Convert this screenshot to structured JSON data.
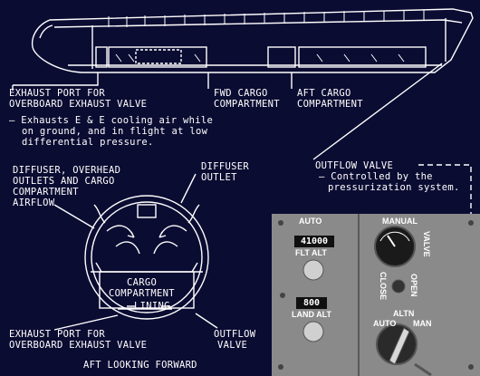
{
  "callouts": {
    "exhaust_port_top": [
      "EXHAUST PORT FOR",
      "OVERBOARD EXHAUST VALVE"
    ],
    "exhaust_port_note": [
      "– Exhausts E & E cooling air while",
      "on ground, and in flight at low",
      "differential pressure."
    ],
    "fwd_cargo": [
      "FWD CARGO",
      "COMPARTMENT"
    ],
    "aft_cargo": [
      "AFT CARGO",
      "COMPARTMENT"
    ],
    "outflow_valve_title": "OUTFLOW VALVE",
    "outflow_valve_note": [
      "– Controlled by the",
      "pressurization system."
    ],
    "diffuser_overhead": [
      "DIFFUSER, OVERHEAD",
      "OUTLETS AND CARGO",
      "COMPARTMENT",
      "AIRFLOW"
    ],
    "diffuser_outlet": [
      "DIFFUSER",
      "OUTLET"
    ],
    "cargo_compartment": [
      "CARGO",
      "COMPARTMENT"
    ],
    "lining": "LINING",
    "exhaust_port_bottom": [
      "EXHAUST PORT FOR",
      "OVERBOARD EXHAUST VALVE"
    ],
    "outflow_valve_bottom": [
      "OUTFLOW",
      "VALVE"
    ],
    "aft_looking_forward": "AFT LOOKING FORWARD"
  },
  "panel": {
    "auto_label": "AUTO",
    "manual_label": "MANUAL",
    "flt_alt_value": "41000",
    "flt_alt_label": "FLT ALT",
    "land_alt_value": "800",
    "land_alt_label": "LAND ALT",
    "valve_label": "VALVE",
    "close_label": "CLOSE",
    "open_label": "OPEN",
    "altn_label": "ALTN",
    "auto_mode_label": "AUTO",
    "man_label": "MAN",
    "panel_color": "#8a8a8a",
    "dark_color": "#2a2a2a"
  }
}
